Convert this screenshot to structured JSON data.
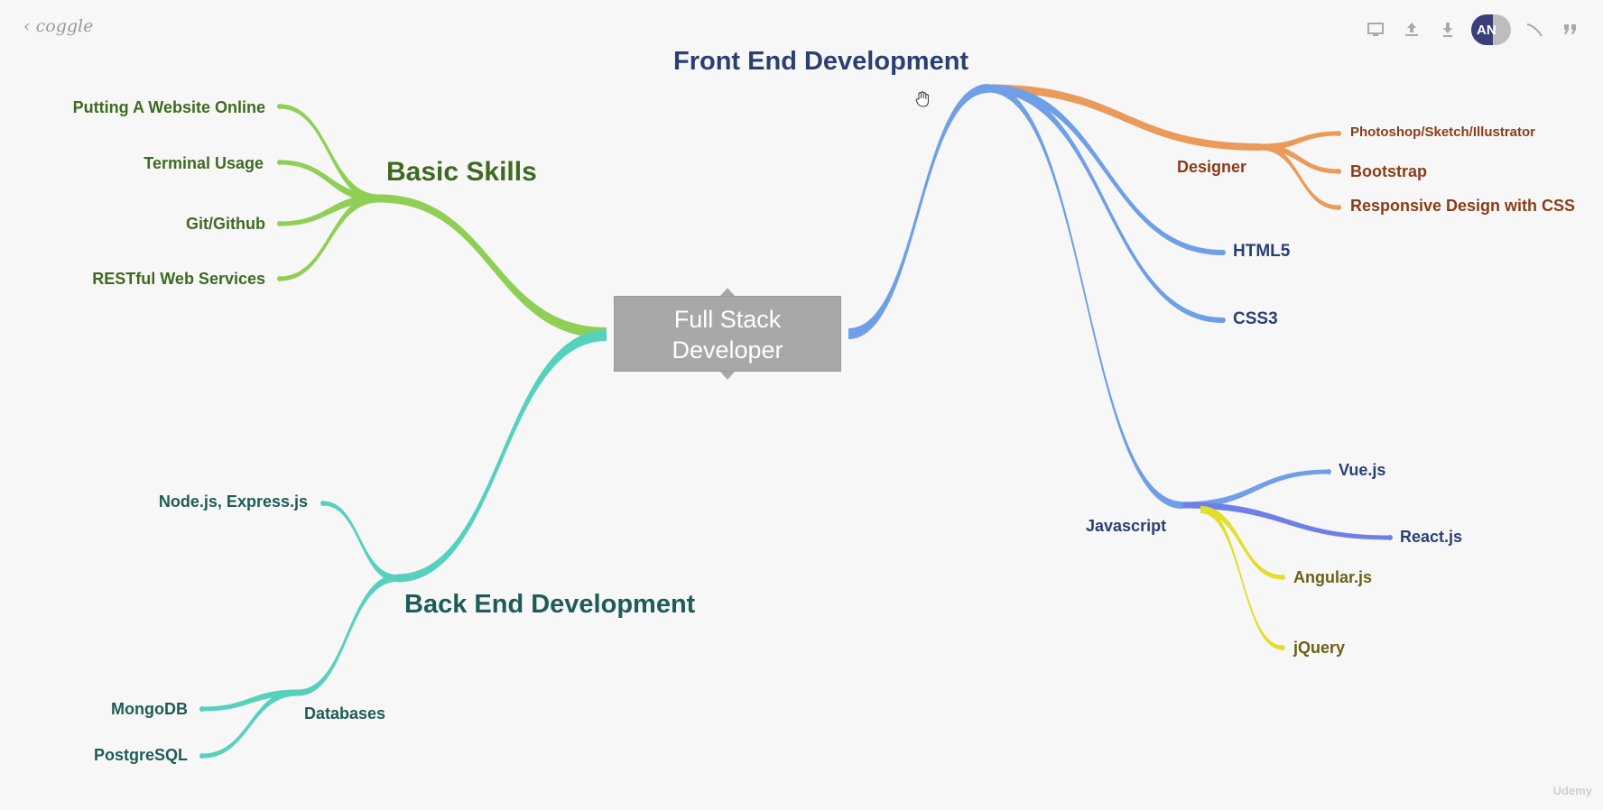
{
  "app": {
    "back_label": "coggle",
    "user_initials": "AN"
  },
  "toolbar": {
    "icons": [
      "monitor-icon",
      "upload-icon",
      "download-icon",
      "user-avatar",
      "curve-icon",
      "quote-icon"
    ]
  },
  "center": {
    "line1": "Full Stack",
    "line2": "Developer",
    "fill": "#a8a8a8"
  },
  "colors": {
    "basic": "#8fcf55",
    "backend": "#55d1bd",
    "frontend": "#6f9fe6",
    "designer": "#eb9a5a",
    "yellow": "#e3dd2e",
    "react": "#6f7fe6",
    "text_basic": "#3e6a22",
    "text_backend": "#1f5c57",
    "text_frontend": "#2c3f73",
    "text_designer": "#8a3d18",
    "text_yellow": "#6a6114"
  },
  "branches": {
    "basic_skills": {
      "title": "Basic Skills",
      "items": [
        "Putting A Website Online",
        "Terminal Usage",
        "Git/Github",
        "RESTful Web Services"
      ]
    },
    "back_end": {
      "title": "Back End Development",
      "items": [
        "Node.js, Express.js"
      ],
      "databases": {
        "title": "Databases",
        "items": [
          "MongoDB",
          "PostgreSQL"
        ]
      }
    },
    "front_end": {
      "title": "Front End Development",
      "designer": {
        "title": "Designer",
        "items": [
          "Photoshop/Sketch/Illustrator",
          "Bootstrap",
          "Responsive Design with CSS"
        ]
      },
      "items": [
        "HTML5",
        "CSS3"
      ],
      "javascript": {
        "title": "Javascript",
        "items": [
          "Vue.js",
          "React.js",
          "Angular.js",
          "jQuery"
        ]
      }
    }
  },
  "watermark": "Udemy"
}
